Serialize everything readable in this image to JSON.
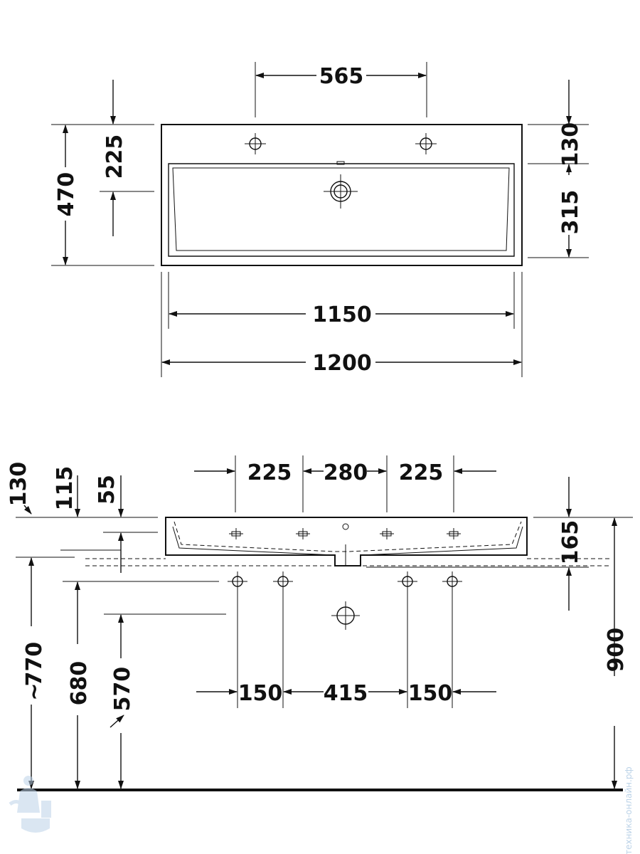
{
  "top_view": {
    "hole_spacing": "565",
    "depth_total": "470",
    "drain_offset": "225",
    "rim_back": "130",
    "bowl_depth": "315",
    "inner_width": "1150",
    "outer_width": "1200"
  },
  "side_view": {
    "left_130": "130",
    "left_115": "115",
    "left_55": "55",
    "top_225a": "225",
    "top_280": "280",
    "top_225b": "225",
    "right_165": "165",
    "right_900": "900",
    "left_770": "770",
    "tilde_770": "~",
    "left_680": "680",
    "left_570": "570",
    "bottom_150a": "150",
    "bottom_415": "415",
    "bottom_150b": "150"
  },
  "watermark": {
    "text": "сантехника-онлайн.рф"
  },
  "colors": {
    "line": "#111111",
    "watermark": "#bcd3e8"
  }
}
